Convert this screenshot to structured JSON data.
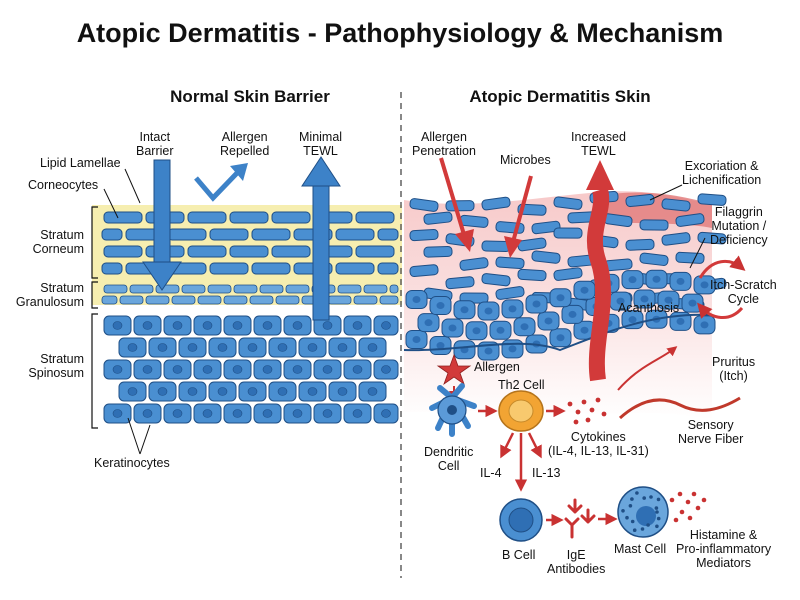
{
  "title": "Atopic Dermatitis - Pathophysiology & Mechanism",
  "panels": {
    "normal": "Normal Skin Barrier",
    "atopic": "Atopic Dermatitis Skin"
  },
  "normal_labels": {
    "intact_barrier": "Intact\nBarrier",
    "allergen_repelled": "Allergen\nRepelled",
    "minimal_tewl": "Minimal\nTEWL",
    "lipid_lamellae": "Lipid Lamellae",
    "corneocytes": "Corneocytes",
    "stratum_corneum": "Stratum\nCorneum",
    "stratum_granulosum": "Stratum\nGranulosum",
    "stratum_spinosum": "Stratum\nSpinosum",
    "keratinocytes": "Keratinocytes"
  },
  "atopic_labels": {
    "allergen_penetration": "Allergen\nPenetration",
    "microbes": "Microbes",
    "increased_tewl": "Increased\nTEWL",
    "excoriation": "Excoriation &\nLichenification",
    "filaggrin": "Filaggrin\nMutation /\nDeficiency",
    "itch_scratch": "Itch-Scratch\nCycle",
    "acanthosis": "Acanthosis",
    "pruritus": "Pruritus\n(Itch)",
    "sensory_nerve": "Sensory\nNerve Fiber",
    "allergen": "Allergen",
    "th2_cell": "Th2 Cell",
    "dendritic_cell": "Dendritic\nCell",
    "cytokines": "Cytokines\n(IL-4, IL-13, IL-31)",
    "il4": "IL-4",
    "il13": "IL-13",
    "b_cell": "B Cell",
    "ige": "IgE\nAntibodies",
    "mast_cell": "Mast Cell",
    "histamine": "Histamine &\nPro-inflammatory\nMediators"
  },
  "colors": {
    "cell_fill": "#4a8fd1",
    "cell_stroke": "#1f4f86",
    "lipid_band": "#f6eeb0",
    "barrier_arrow": "#3d82c8",
    "inflammation_arrow": "#d23a3a",
    "inflamed_tissue": "#f6d3d3",
    "th2_cell": "#f2a433",
    "cytokine_dot": "#c93232"
  }
}
